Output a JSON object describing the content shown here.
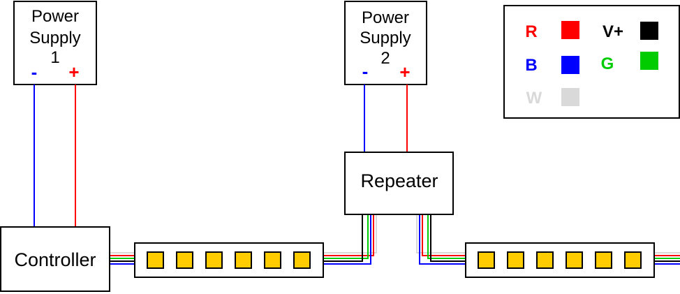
{
  "power_supply_1": {
    "lines": [
      "Power",
      "Supply",
      "1"
    ],
    "neg_label": "-",
    "pos_label": "+"
  },
  "power_supply_2": {
    "lines": [
      "Power",
      "Supply",
      "2"
    ],
    "neg_label": "-",
    "pos_label": "+"
  },
  "repeater": {
    "label": "Repeater"
  },
  "controller": {
    "label": "Controller"
  },
  "strips": [
    {
      "led_count": 6
    },
    {
      "led_count": 6
    }
  ],
  "legend": {
    "items": [
      {
        "label": "R",
        "color": "#ff0000",
        "text_color": "#ff0000"
      },
      {
        "label": "V+",
        "color": "#000000",
        "text_color": "#000000"
      },
      {
        "label": "B",
        "color": "#0000ff",
        "text_color": "#0000ff"
      },
      {
        "label": "G",
        "color": "#00cc00",
        "text_color": "#00cc00"
      },
      {
        "label": "W",
        "color": "#d9d9d9",
        "text_color": "#d9d9d9"
      }
    ]
  },
  "colors": {
    "negative": "#0000ff",
    "positive": "#ff0000",
    "led": "#ffcc00",
    "wire_red": "#ff0000",
    "wire_green": "#00cc00",
    "wire_blue": "#0000ff",
    "wire_black": "#000000",
    "wire_white": "#d9d9d9"
  }
}
